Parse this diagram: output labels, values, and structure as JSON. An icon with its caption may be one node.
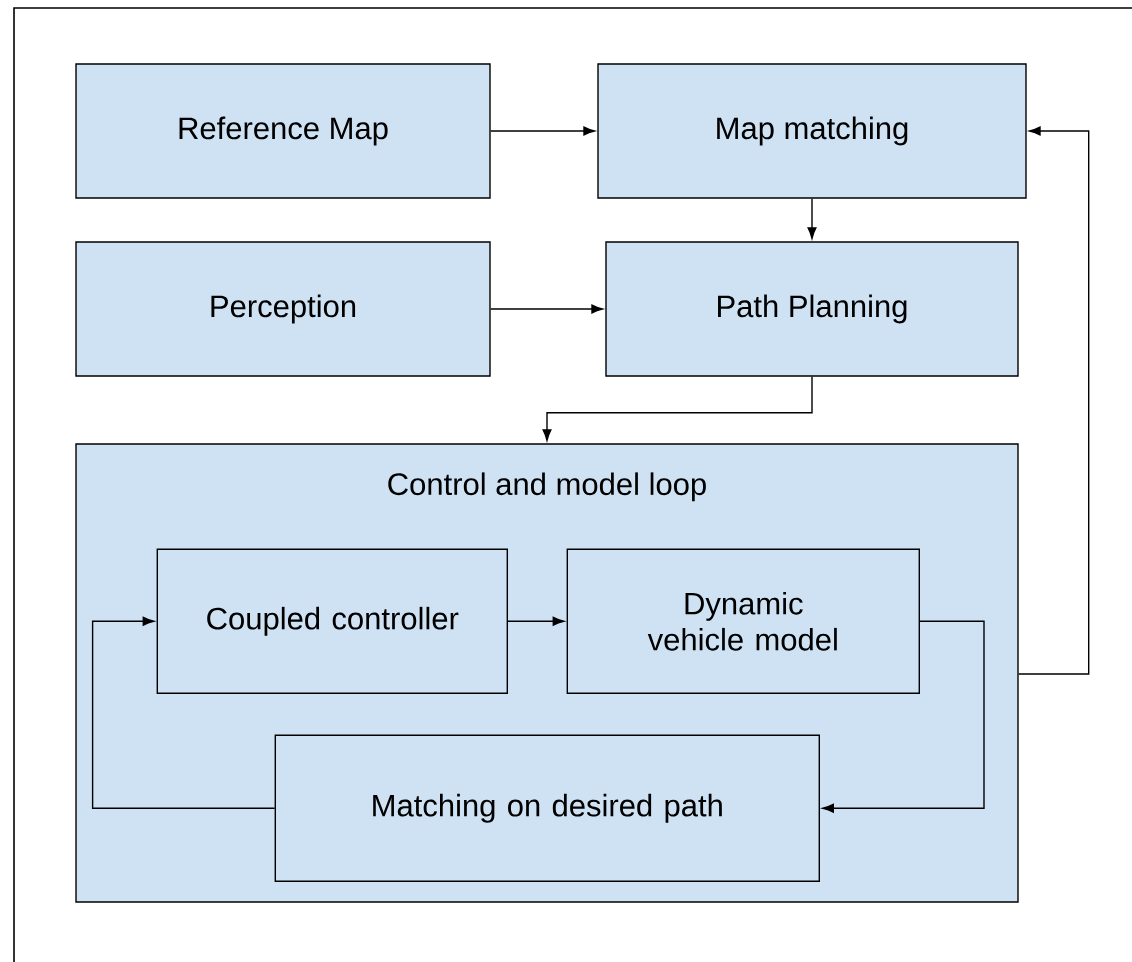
{
  "diagram": {
    "nodes": [
      {
        "text": [
          "Reference Map"
        ]
      },
      {
        "text": [
          "Map matching"
        ]
      },
      {
        "text": [
          "Perception"
        ]
      },
      {
        "text": [
          "Path Planning"
        ]
      },
      {
        "text": [
          "Control and model loop"
        ]
      },
      {
        "text": [
          "Coupled controller"
        ],
        "in": 4
      },
      {
        "text": [
          "Dynamic vehicle model"
        ],
        "in": 4
      },
      {
        "text": [
          "Matching on desired path"
        ],
        "in": 4
      }
    ],
    "edges": [
      {
        "from": 0,
        "to": 1,
        "arrow": "to"
      },
      {
        "from": 1,
        "to": 3,
        "arrow": "to"
      },
      {
        "from": 2,
        "to": 3,
        "arrow": "to"
      },
      {
        "from": 3,
        "to": 4,
        "arrow": "to"
      },
      {
        "from": 4,
        "to": 1,
        "arrow": "to"
      },
      {
        "from": 5,
        "to": 6,
        "arrow": "to"
      },
      {
        "from": 6,
        "to": 7,
        "arrow": "to"
      },
      {
        "from": 7,
        "to": 5,
        "arrow": "to"
      }
    ]
  }
}
